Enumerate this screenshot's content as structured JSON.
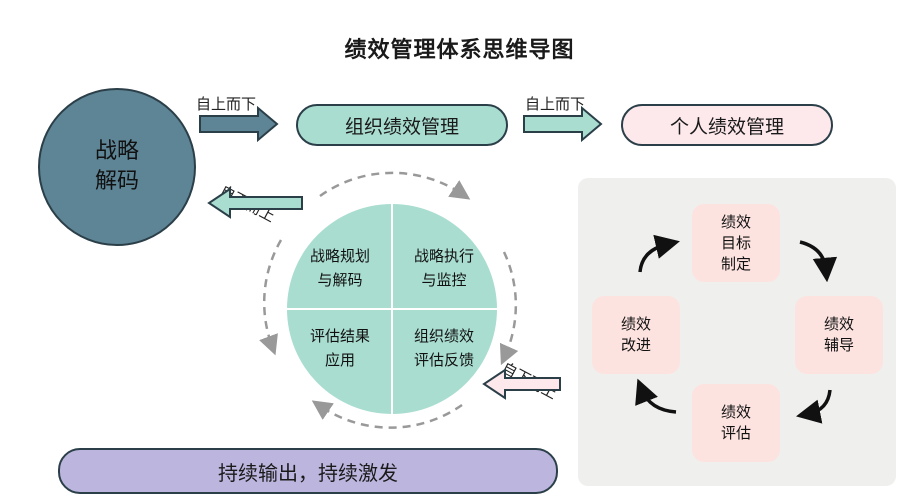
{
  "title": "绩效管理体系思维导图",
  "strategy": {
    "line1": "战略",
    "line2": "解码"
  },
  "org_perf": "组织绩效管理",
  "ind_perf": "个人绩效管理",
  "labels": {
    "top_down_1": "自上而下",
    "top_down_2": "自上而下",
    "bottom_up_1": "自下而上",
    "bottom_up_2": "自下而上"
  },
  "quadrants": {
    "q1": {
      "line1": "战略规划",
      "line2": "与解码"
    },
    "q2": {
      "line1": "战略执行",
      "line2": "与监控"
    },
    "q3": {
      "line1": "评估结果",
      "line2": "应用"
    },
    "q4": {
      "line1": "组织绩效",
      "line2": "评估反馈"
    }
  },
  "cycle": {
    "top": {
      "line1": "绩效",
      "line2": "目标",
      "line3": "制定"
    },
    "right": {
      "line1": "绩效",
      "line2": "辅导"
    },
    "bottom": {
      "line1": "绩效",
      "line2": "评估"
    },
    "left": {
      "line1": "绩效",
      "line2": "改进"
    }
  },
  "bottom_bar": "持续输出，持续激发",
  "colors": {
    "teal_dark": "#5e8595",
    "mint": "#a9ddd0",
    "pink_light": "#fde8ec",
    "lavender": "#bcb6df",
    "outline": "#2b3f49"
  }
}
